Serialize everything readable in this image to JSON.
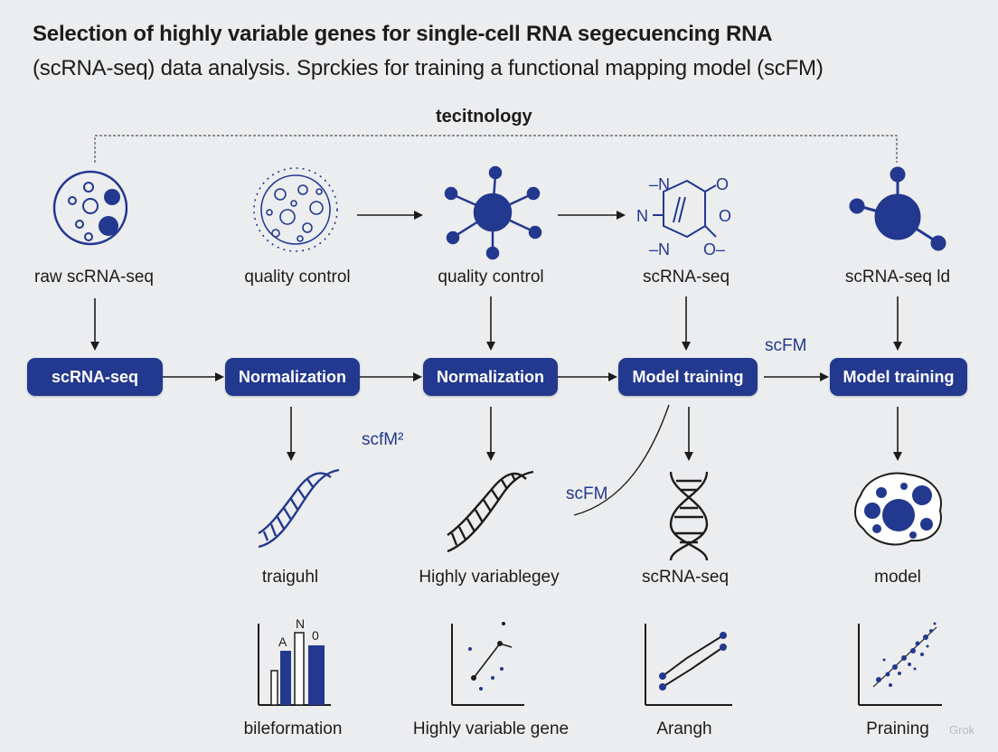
{
  "title_line1": "Selection of highly variable genes for single-cell RNA segecuencing RNA",
  "title_line2": "(scRNA-seq) data analysis. Sprckies for training a functional mapping model (scFM)",
  "tech_label": "tecitnology",
  "top_labels": [
    "raw scRNA-seq",
    "quality control",
    "quality control",
    "scRNA-seq",
    "scRNA-seq ld"
  ],
  "pills": [
    "scRNA-seq",
    "Normalization",
    "Normalization",
    "Model training",
    "Model training"
  ],
  "float_labels": {
    "scfm_top": "scFM",
    "scfm2": "scfM²",
    "scfm_curve": "scFM"
  },
  "mid_labels": [
    "traiguhl",
    "Highly variablegey",
    "scRNA-seq",
    "model"
  ],
  "bottom_labels": [
    "bileformation",
    "Highly variable gene",
    "Arangh",
    "Praining"
  ],
  "bar_letters": [
    "A",
    "N",
    "0"
  ],
  "watermark": "Grok",
  "colors": {
    "navy": "#23388f",
    "background": "#ecedef",
    "line": "#1c1c1c"
  },
  "icons": [
    "cell-icon",
    "virus-icon",
    "network-node-icon",
    "molecule-structure-icon",
    "node-icon",
    "dna-helix-icon",
    "dna-helix-dark-icon",
    "dna-ladder-icon",
    "cell-cluster-icon",
    "bar-chart-icon",
    "scatter-line-icon",
    "line-chart-icon",
    "scatter-plot-icon"
  ]
}
